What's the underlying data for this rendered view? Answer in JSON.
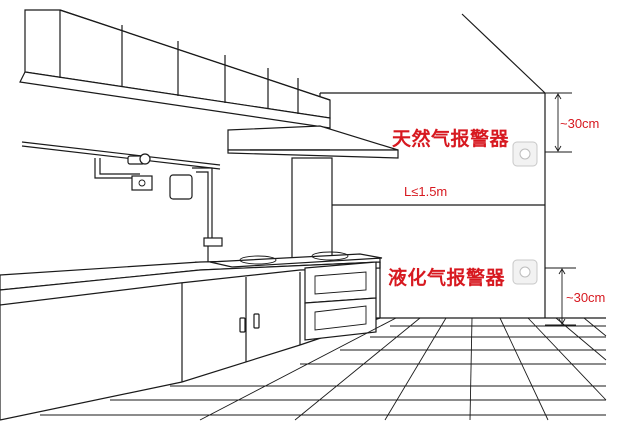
{
  "labels": {
    "natural_gas_alarm": "天然气报警器",
    "lpg_alarm": "液化气报警器",
    "top_distance": "~30cm",
    "horizontal_distance": "L≤1.5m",
    "bottom_distance": "~30cm"
  },
  "colors": {
    "label_red": "#d71920",
    "line_black": "#1a1a1a",
    "alarm_device": "#f2f2f2"
  }
}
